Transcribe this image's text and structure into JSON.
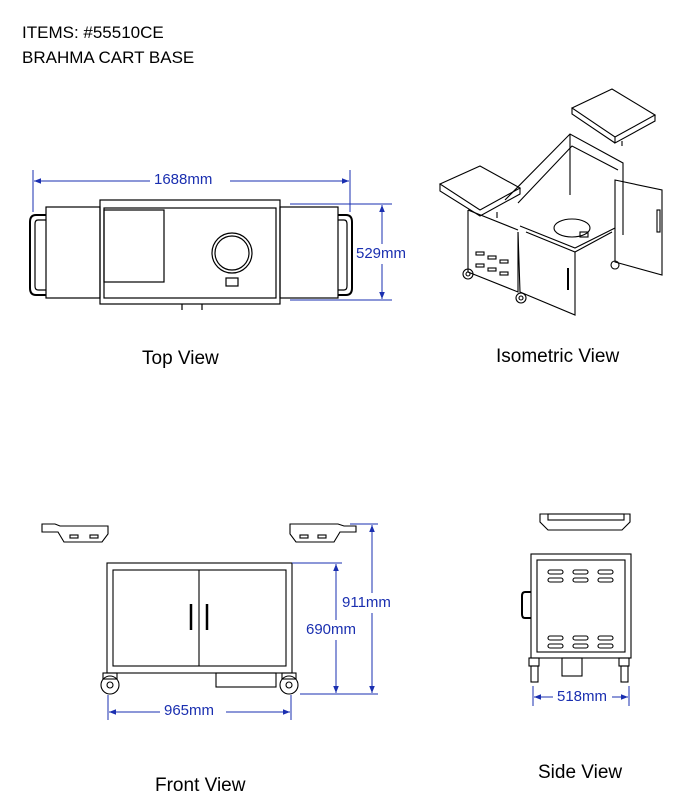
{
  "header": {
    "items_line": "ITEMS: #55510CE",
    "product_line": "BRAHMA CART BASE"
  },
  "views": {
    "top": "Top View",
    "isometric": "Isometric View",
    "front": "Front View",
    "side": "Side View"
  },
  "dimensions": {
    "top_width": "1688",
    "top_depth": "529",
    "front_height_total": "911",
    "front_height_body": "690",
    "front_width": "965",
    "side_depth": "518",
    "unit": "mm"
  },
  "colors": {
    "dimension": "#1a2fb0",
    "line": "#000000"
  }
}
